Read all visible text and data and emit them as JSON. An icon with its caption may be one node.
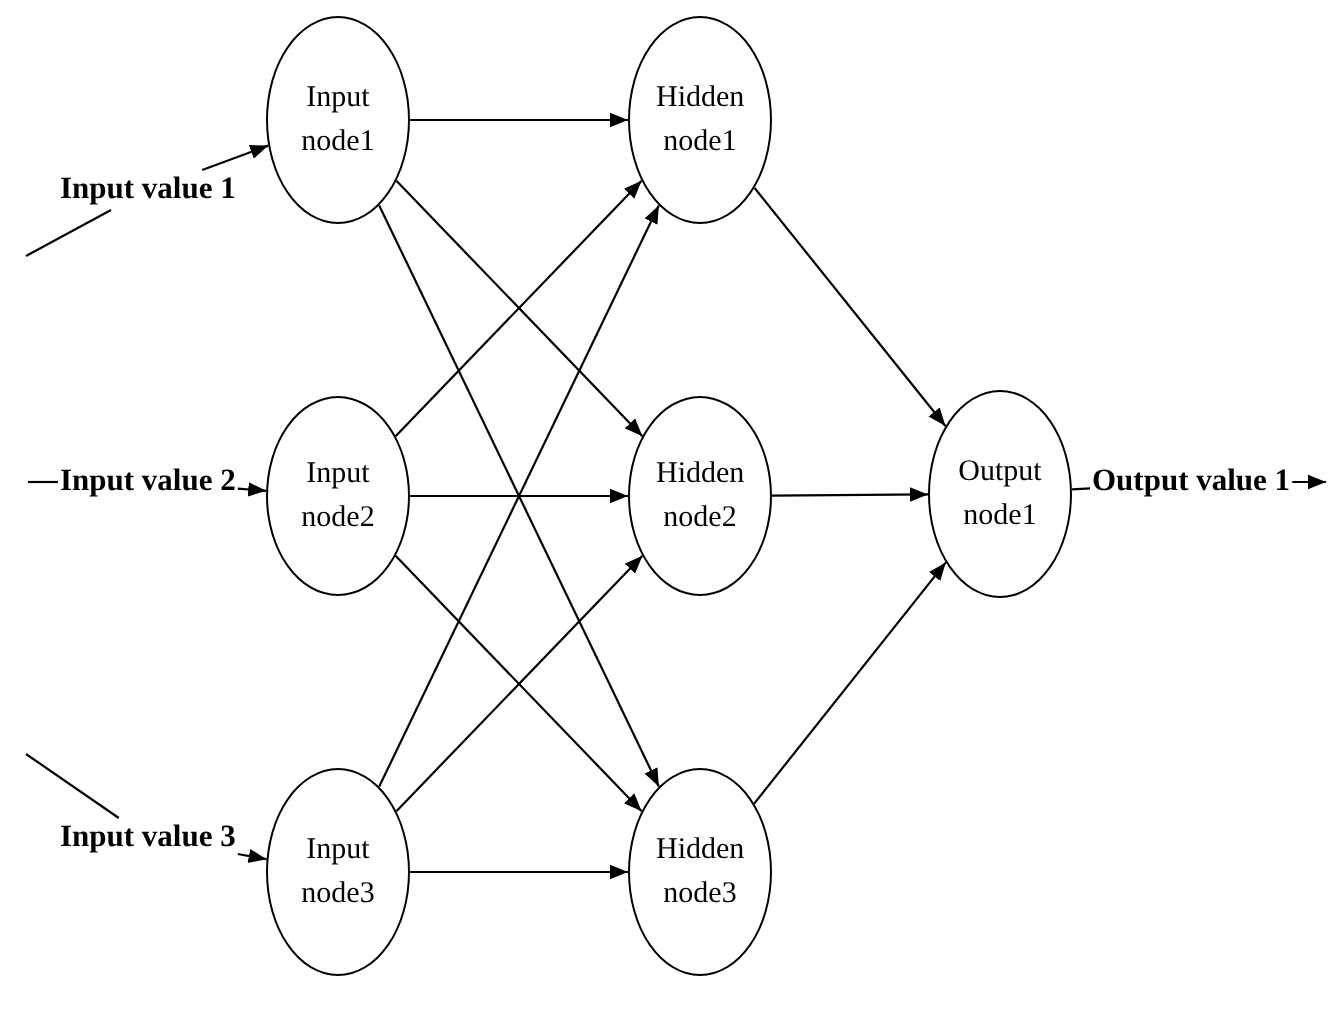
{
  "diagram": {
    "nodes": [
      {
        "text": [
          "Input value 1"
        ]
      },
      {
        "text": [
          "Input node1"
        ]
      },
      {
        "text": [
          "Hidden node1"
        ]
      },
      {
        "text": [
          "Input value 2"
        ]
      },
      {
        "text": [
          "Input node2"
        ]
      },
      {
        "text": [
          "Hidden node2"
        ]
      },
      {
        "text": [
          "Output node1"
        ]
      },
      {
        "text": [
          "Output value 1"
        ]
      },
      {
        "text": [
          "Input value 3"
        ]
      },
      {
        "text": [
          "Input node3"
        ]
      },
      {
        "text": [
          "Hidden node3"
        ]
      }
    ],
    "edges": [
      {
        "from": null,
        "to": 0,
        "arrow": "none"
      },
      {
        "from": 0,
        "to": 1,
        "arrow": "to"
      },
      {
        "from": null,
        "to": 3,
        "arrow": "none"
      },
      {
        "from": 3,
        "to": 4,
        "arrow": "to"
      },
      {
        "from": null,
        "to": 8,
        "arrow": "none"
      },
      {
        "from": 8,
        "to": 9,
        "arrow": "to"
      },
      {
        "from": 1,
        "to": 2,
        "arrow": "to"
      },
      {
        "from": 1,
        "to": 5,
        "arrow": "to"
      },
      {
        "from": 1,
        "to": 10,
        "arrow": "to"
      },
      {
        "from": 4,
        "to": 2,
        "arrow": "to"
      },
      {
        "from": 4,
        "to": 5,
        "arrow": "to"
      },
      {
        "from": 4,
        "to": 10,
        "arrow": "to"
      },
      {
        "from": 9,
        "to": 2,
        "arrow": "to"
      },
      {
        "from": 9,
        "to": 5,
        "arrow": "to"
      },
      {
        "from": 9,
        "to": 10,
        "arrow": "to"
      },
      {
        "from": 2,
        "to": 6,
        "arrow": "to"
      },
      {
        "from": 5,
        "to": 6,
        "arrow": "to"
      },
      {
        "from": 10,
        "to": 6,
        "arrow": "to"
      },
      {
        "from": 6,
        "to": 7,
        "arrow": "none"
      },
      {
        "from": 7,
        "to": null,
        "arrow": "to"
      }
    ]
  }
}
